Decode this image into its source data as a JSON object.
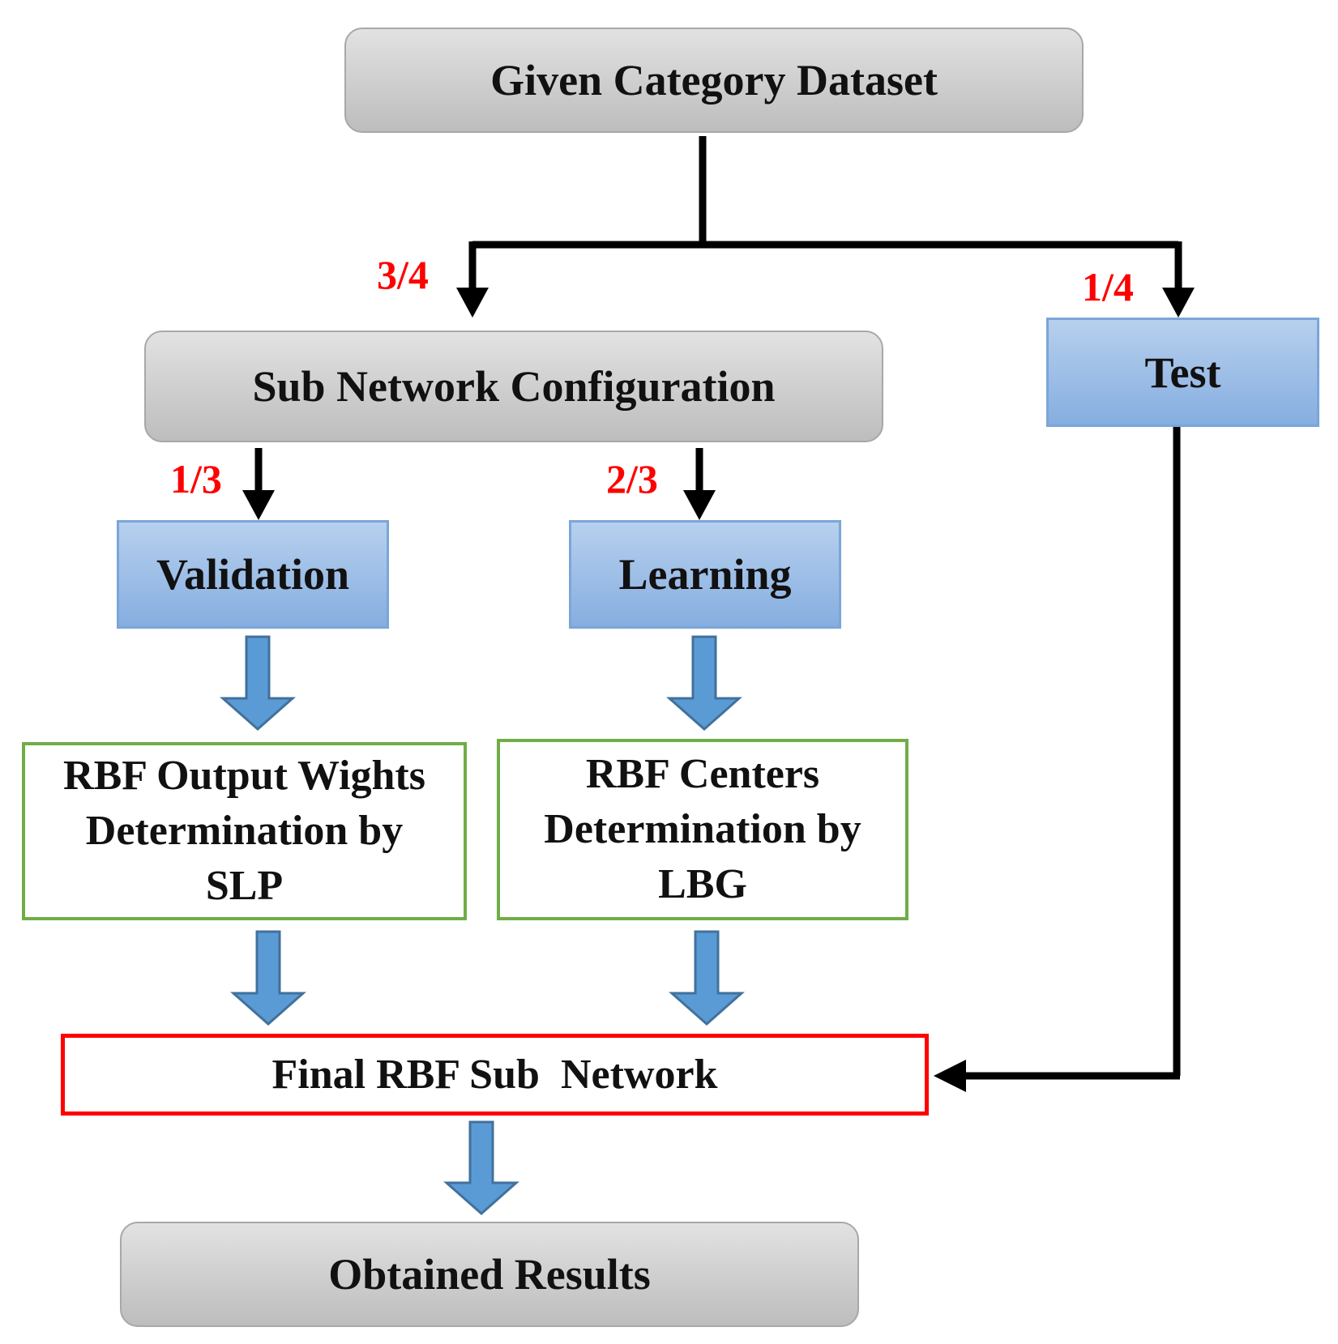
{
  "nodes": {
    "dataset": "Given Category Dataset",
    "sub_network_configuration": "Sub Network Configuration",
    "test": "Test",
    "validation": "Validation",
    "learning": "Learning",
    "rbf_output_weights": [
      "RBF Output Wights",
      "Determination by",
      "SLP"
    ],
    "rbf_centers": [
      "RBF Centers",
      "Determination by",
      "LBG"
    ],
    "final_rbf_sub_network": "Final RBF Sub  Network",
    "obtained_results": "Obtained Results"
  },
  "ratios": {
    "config_split": "3/4",
    "test_split": "1/4",
    "validation_split": "1/3",
    "learning_split": "2/3"
  },
  "colors": {
    "ratio_text": "#ff0000",
    "connector": "#000000",
    "block_arrow": "#5b9bd5",
    "blue_box": "#9dc0e8",
    "gray_box": "#cfcfcf",
    "green_border": "#70ad47",
    "red_border": "#ff0000"
  }
}
